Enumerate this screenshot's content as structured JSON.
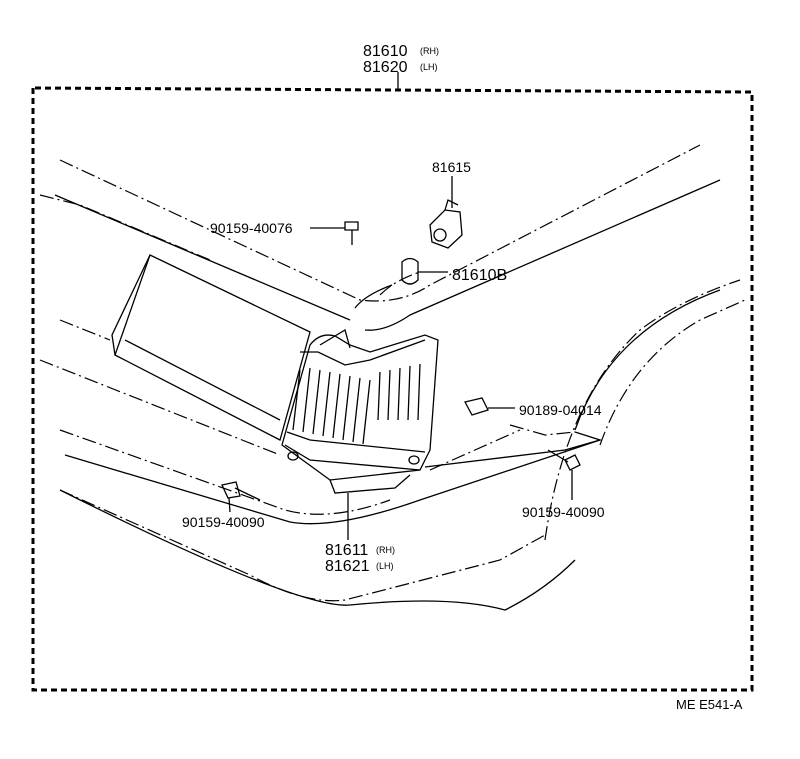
{
  "diagram": {
    "assembly_number_rh": "81610",
    "assembly_side_rh": "(RH)",
    "assembly_number_lh": "81620",
    "assembly_side_lh": "(LH)",
    "socket_part": "81615",
    "bulb_part": "81610B",
    "screw_top": "90159-40076",
    "nut_part": "90189-04014",
    "screw_left": "90159-40090",
    "screw_right": "90159-40090",
    "lens_number_rh": "81611",
    "lens_side_rh": "(RH)",
    "lens_number_lh": "81621",
    "lens_side_lh": "(LH)",
    "reference_code": "ME E541-A"
  }
}
